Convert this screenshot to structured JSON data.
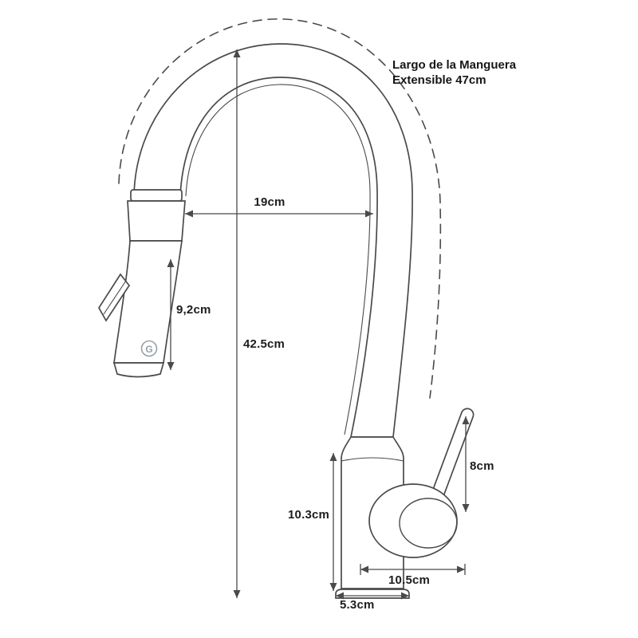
{
  "page": {
    "background": "#ffffff"
  },
  "product": {
    "logo_letter": "G"
  },
  "annotations": {
    "hose_note_line1": "Largo de la Manguera",
    "hose_note_line2": "Extensible 47cm"
  },
  "dimensions": {
    "top_width": "19cm",
    "spray_head_height": "9,2cm",
    "total_height": "42.5cm",
    "body_height": "10.3cm",
    "handle_length": "8cm",
    "base_depth": "10.5cm",
    "base_width": "5.3cm"
  },
  "colors": {
    "line": "#4a4a4a",
    "text": "#1d1d1d",
    "logo": "#97a0a8"
  }
}
